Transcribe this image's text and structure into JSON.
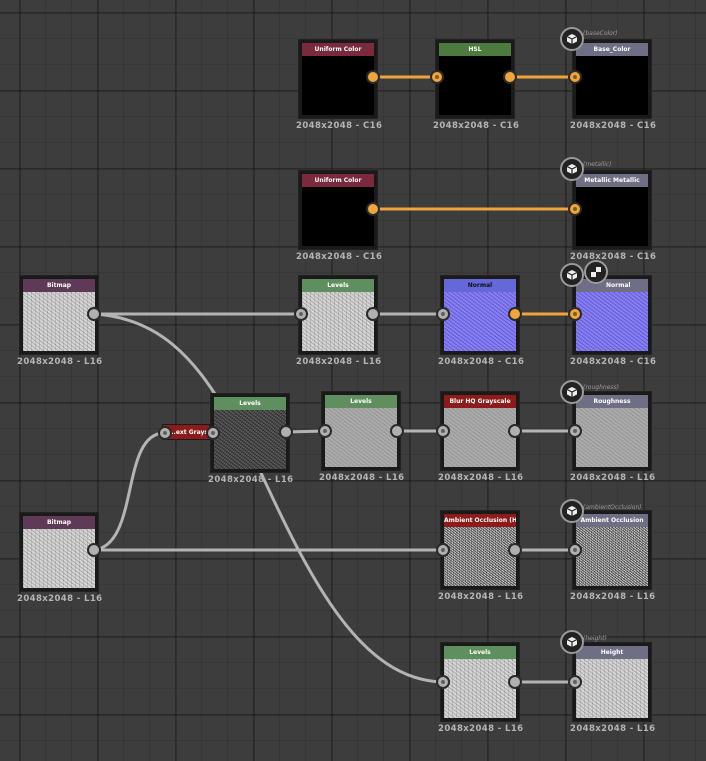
{
  "app": "Substance Designer graph view",
  "colors": {
    "background": "#3d3d3d",
    "wire_color": "#b4b4b4",
    "wire_orange": "#f0a43c",
    "title_uniform": "#7a2a3c",
    "title_bitmap": "#5e3a56",
    "title_levels": "#5f8f5f",
    "title_hsl": "#4d7a3e",
    "title_normal": "#6468d8",
    "title_red": "#8e1b1b",
    "title_output": "#6e6e84"
  },
  "nodes": [
    {
      "id": "uniform1",
      "title": "Uniform Color",
      "res": "2048x2048 - C16",
      "kind": "uniform"
    },
    {
      "id": "hsl",
      "title": "HSL",
      "res": "2048x2048 - C16",
      "kind": "hsl"
    },
    {
      "id": "out_basecolor",
      "title": "Base_Color",
      "res": "2048x2048 - C16",
      "kind": "output",
      "comment": "(baseColor)"
    },
    {
      "id": "uniform2",
      "title": "Uniform Color",
      "res": "2048x2048 - C16",
      "kind": "uniform"
    },
    {
      "id": "out_metallic",
      "title": "Metallic Metallic",
      "res": "2048x2048 - C16",
      "kind": "output",
      "comment": "(metallic)"
    },
    {
      "id": "bitmap1",
      "title": "Bitmap",
      "res": "2048x2048 - L16",
      "kind": "bitmap"
    },
    {
      "id": "levels1",
      "title": "Levels",
      "res": "2048x2048 - L16",
      "kind": "levels"
    },
    {
      "id": "normal",
      "title": "Normal",
      "res": "2048x2048 - C16",
      "kind": "normal"
    },
    {
      "id": "out_normal",
      "title": "Normal",
      "res": "2048x2048 - C16",
      "kind": "output",
      "comment": ""
    },
    {
      "id": "levels_center",
      "title": "Levels",
      "res": "2048x2048 - L16",
      "kind": "levels"
    },
    {
      "id": "levels2",
      "title": "Levels",
      "res": "2048x2048 - L16",
      "kind": "levels"
    },
    {
      "id": "blur",
      "title": "Blur HQ Grayscale",
      "res": "2048x2048 - L16",
      "kind": "red"
    },
    {
      "id": "out_roughness",
      "title": "Roughness",
      "res": "2048x2048 - L16",
      "kind": "output",
      "comment": "(roughness)"
    },
    {
      "id": "bitmap2",
      "title": "Bitmap",
      "res": "2048x2048 - L16",
      "kind": "bitmap"
    },
    {
      "id": "ao",
      "title": "Ambient Occlusion (HB...",
      "res": "2048x2048 - L16",
      "kind": "red"
    },
    {
      "id": "out_ao",
      "title": "Ambient Occlusion",
      "res": "2048x2048 - L16",
      "kind": "output",
      "comment": "(ambientOcclusion)"
    },
    {
      "id": "levels3",
      "title": "Levels",
      "res": "2048x2048 - L16",
      "kind": "levels"
    },
    {
      "id": "out_height",
      "title": "Height",
      "res": "2048x2048 - L16",
      "kind": "output",
      "comment": "(height)"
    }
  ],
  "small_node": {
    "title": "...ext Grays..."
  },
  "icons": {
    "output_badge": "cube-icon",
    "normal_format_badge": "checker-icon"
  }
}
